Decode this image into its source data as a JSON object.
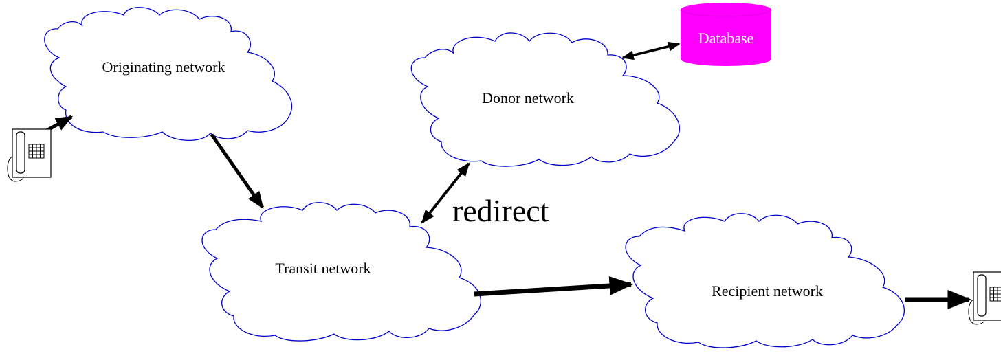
{
  "colors": {
    "cloud_stroke": "#0000cc",
    "arrow": "#000000",
    "database_fill": "#ff00ff",
    "database_text": "#ffffff"
  },
  "networks": {
    "originating": "Originating network",
    "donor": "Donor network",
    "transit": "Transit network",
    "recipient": "Recipient network"
  },
  "database": {
    "label": "Database"
  },
  "redirect_label": "redirect",
  "icons": {
    "caller": "telephone-icon",
    "callee": "telephone-icon"
  }
}
